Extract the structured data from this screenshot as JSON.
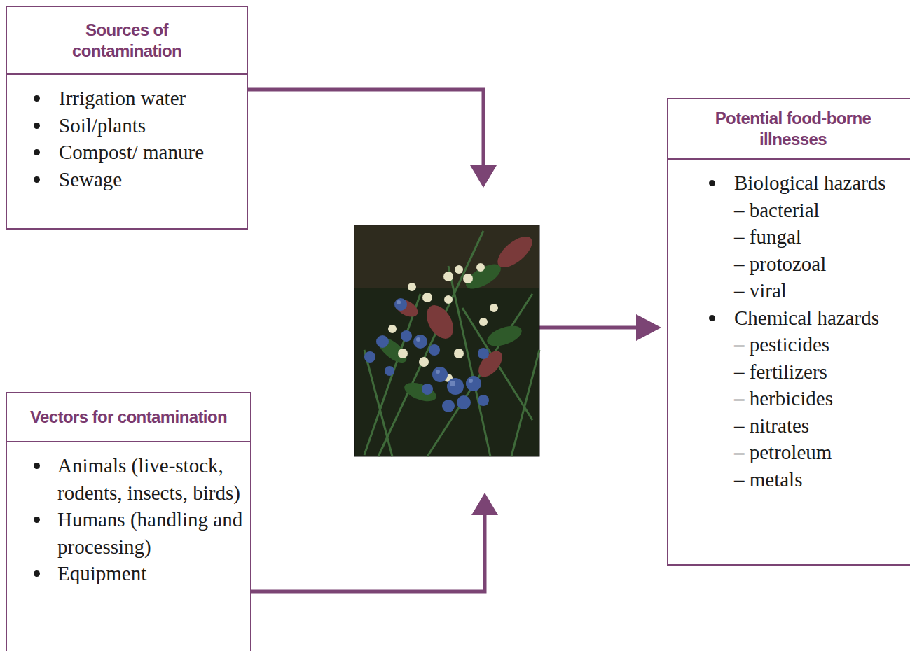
{
  "diagram": {
    "nodes": [
      {
        "text": [
          "Sources of contamination",
          "Irrigation water",
          "Soil/plants",
          "Compost/ manure",
          "Sewage"
        ]
      },
      {
        "text": [
          "Vectors for contamination",
          "Animals (live-stock, rodents, insects, birds)",
          "Humans (handling and processing)",
          "Equipment"
        ]
      },
      {
        "text": [
          "Potential food-borne illnesses",
          "Biological hazards",
          "– bacterial",
          "– fungal",
          "– protozoal",
          "– viral",
          "Chemical hazards",
          "– pesticides",
          "– fertilizers",
          "– herbicides",
          "– nitrates",
          "– petroleum",
          "– metals"
        ]
      }
    ]
  }
}
